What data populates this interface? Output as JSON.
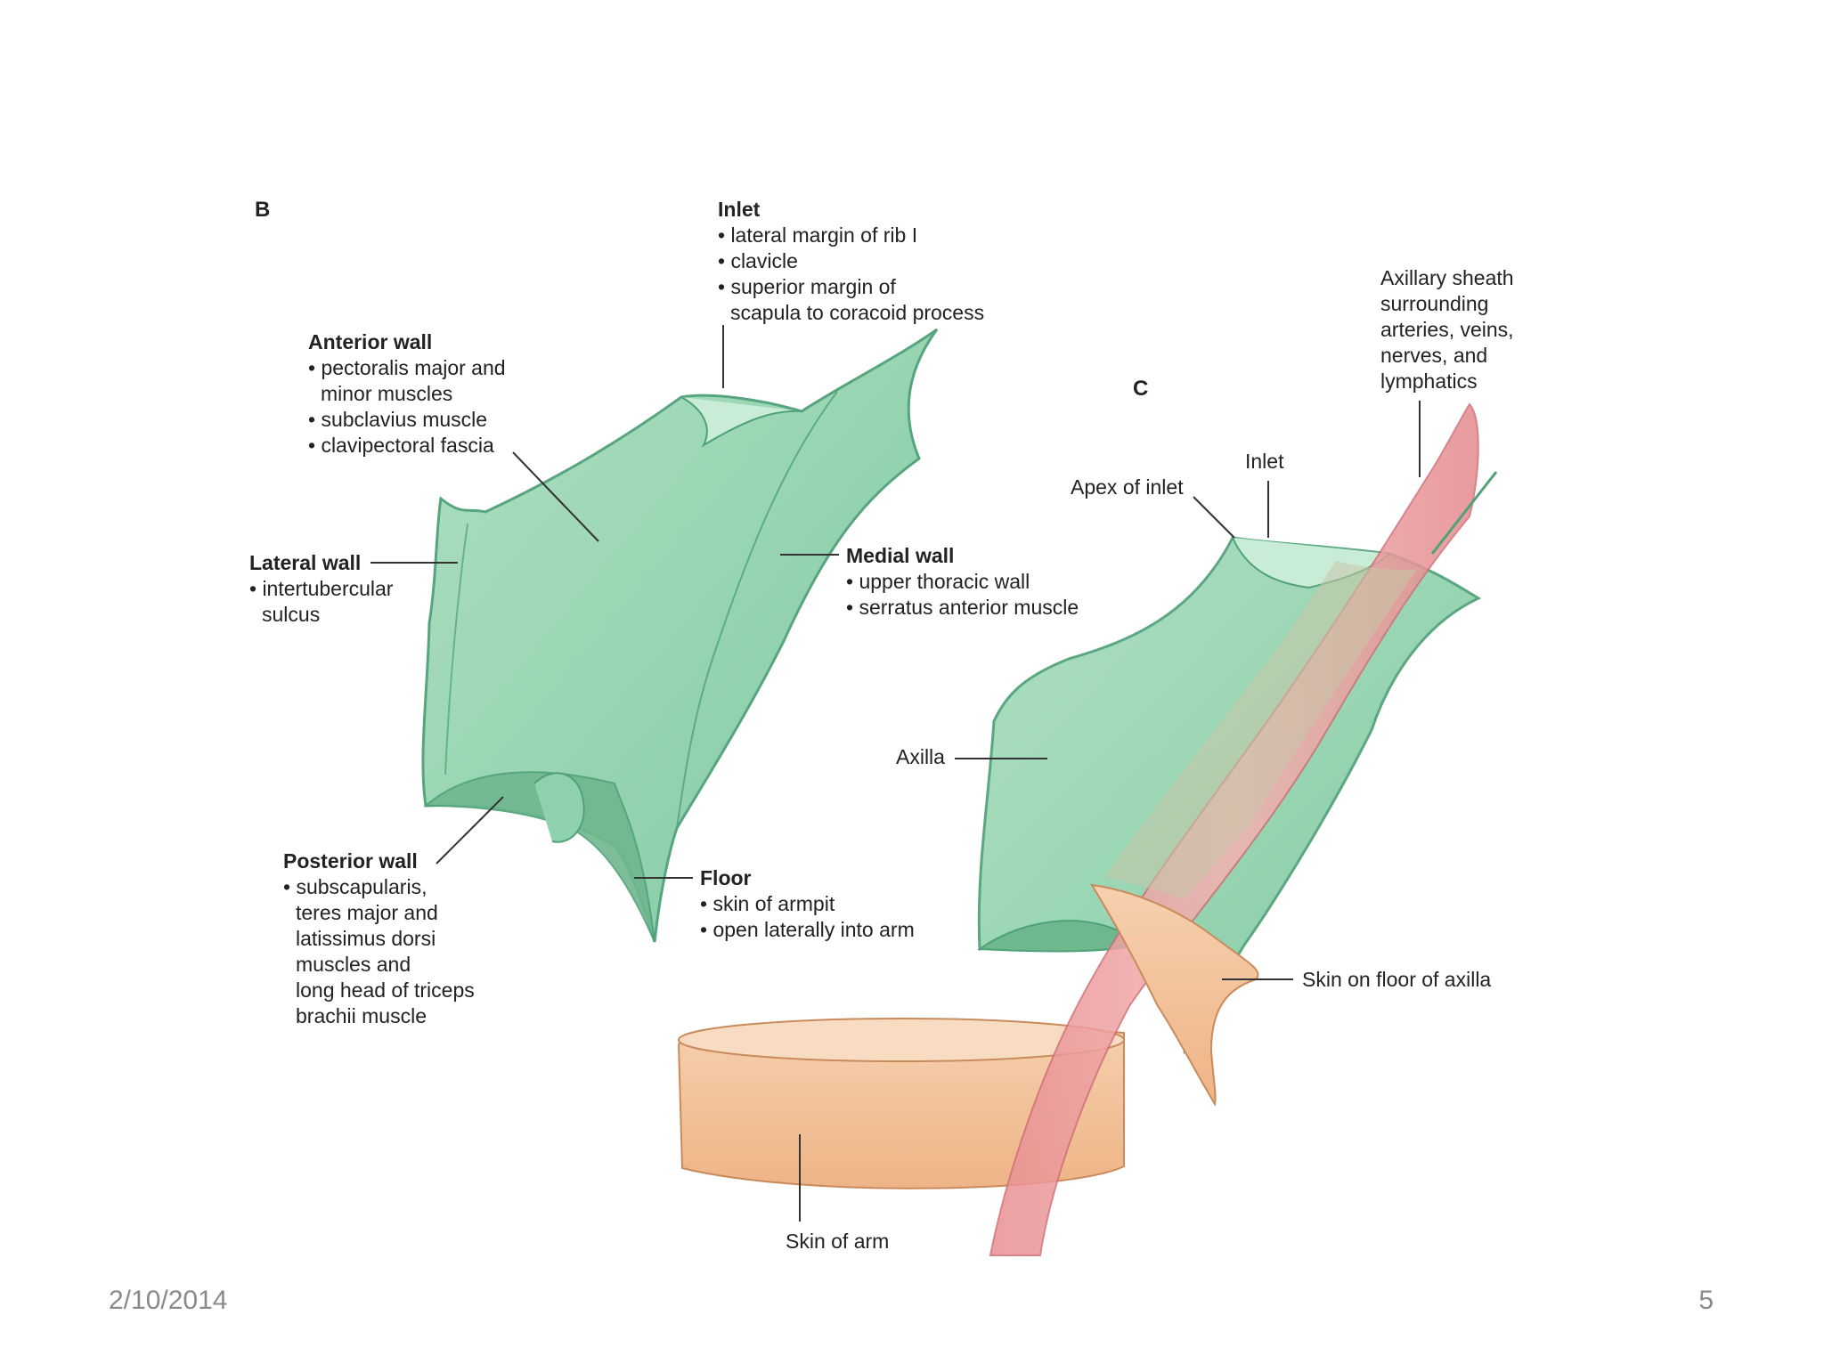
{
  "panel_b": {
    "letter": "B",
    "inlet": {
      "title": "Inlet",
      "items": [
        "• lateral margin of rib I",
        "• clavicle",
        "• superior margin of",
        "scapula to coracoid process"
      ]
    },
    "anterior_wall": {
      "title": "Anterior wall",
      "items": [
        "• pectoralis major and",
        "minor muscles",
        "• subclavius muscle",
        "• clavipectoral fascia"
      ]
    },
    "lateral_wall": {
      "title": "Lateral wall",
      "items": [
        "• intertubercular",
        "sulcus"
      ]
    },
    "medial_wall": {
      "title": "Medial wall",
      "items": [
        "• upper thoracic wall",
        "• serratus anterior muscle"
      ]
    },
    "posterior_wall": {
      "title": "Posterior wall",
      "items": [
        "• subscapularis,",
        "teres major and",
        "latissimus dorsi",
        "muscles and",
        "long head of triceps",
        "brachii muscle"
      ]
    },
    "floor": {
      "title": "Floor",
      "items": [
        "• skin of armpit",
        "• open laterally into arm"
      ]
    }
  },
  "panel_c": {
    "letter": "C",
    "axillary_sheath": [
      "Axillary sheath",
      "surrounding",
      "arteries, veins,",
      "nerves, and",
      "lymphatics"
    ],
    "inlet": "Inlet",
    "apex_of_inlet": "Apex of inlet",
    "axilla": "Axilla",
    "skin_on_floor": "Skin on floor of axilla",
    "skin_of_arm": "Skin of arm"
  },
  "footer": {
    "date": "2/10/2014",
    "page": "5"
  },
  "colors": {
    "green_fill": "#8fd1ac",
    "green_stroke": "#4fa178",
    "pink_fill": "#eea3a3",
    "skin_fill": "#f1bf96"
  }
}
